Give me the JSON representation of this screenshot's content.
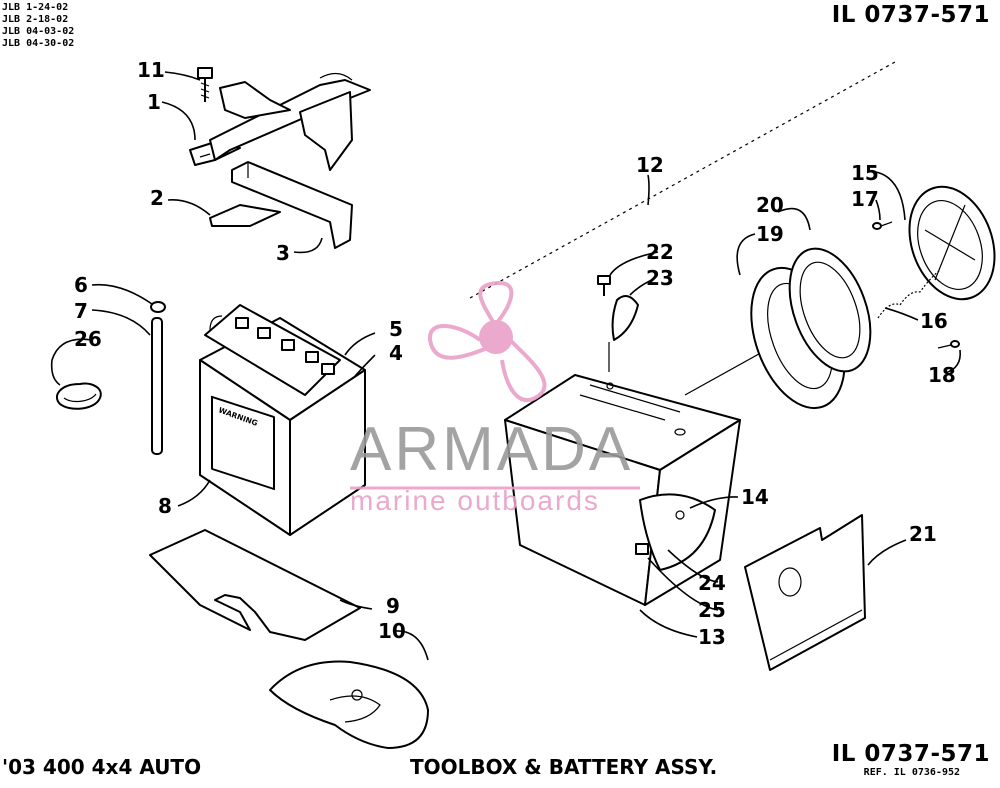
{
  "header": {
    "revisions": [
      "JLB 1-24-02",
      "JLB 2-18-02",
      "JLB 04-03-02",
      "JLB 04-30-02"
    ],
    "illustration_code": "IL 0737-571"
  },
  "footer": {
    "model": "'03 400 4x4 AUTO",
    "title": "TOOLBOX & BATTERY ASSY.",
    "illustration_code": "IL 0737-571",
    "reference": "REF. IL 0736-952"
  },
  "battery_label": "WARNING",
  "watermark": {
    "brand": "ARMADA",
    "tagline": "marine outboards",
    "color": "#e8a0c8",
    "text_color": "#999999"
  },
  "callouts": {
    "c1": "1",
    "c2": "2",
    "c3": "3",
    "c4": "4",
    "c5": "5",
    "c6": "6",
    "c7": "7",
    "c8": "8",
    "c9": "9",
    "c10": "10",
    "c11": "11",
    "c12": "12",
    "c13": "13",
    "c14": "14",
    "c15": "15",
    "c16": "16",
    "c17": "17",
    "c18": "18",
    "c19": "19",
    "c20": "20",
    "c21": "21",
    "c22": "22",
    "c23": "23",
    "c24": "24",
    "c25": "25",
    "c26": "26"
  }
}
